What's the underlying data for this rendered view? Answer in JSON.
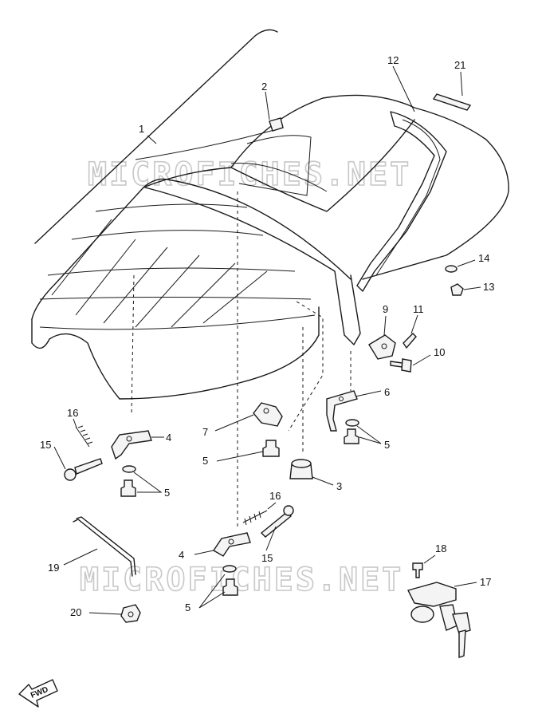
{
  "watermark": {
    "text": "MICROFICHES.NET"
  },
  "labels": {
    "l1": "1",
    "l2": "2",
    "l3": "3",
    "l4a": "4",
    "l4b": "4",
    "l5a": "5",
    "l5b": "5",
    "l5c": "5",
    "l5d": "5",
    "l6": "6",
    "l7": "7",
    "l9": "9",
    "l10": "10",
    "l11": "11",
    "l12": "12",
    "l13": "13",
    "l14": "14",
    "l15a": "15",
    "l15b": "15",
    "l16a": "16",
    "l16b": "16",
    "l17": "17",
    "l18": "18",
    "l19": "19",
    "l20": "20",
    "l21": "21"
  },
  "fwd": {
    "text": "FWD"
  }
}
